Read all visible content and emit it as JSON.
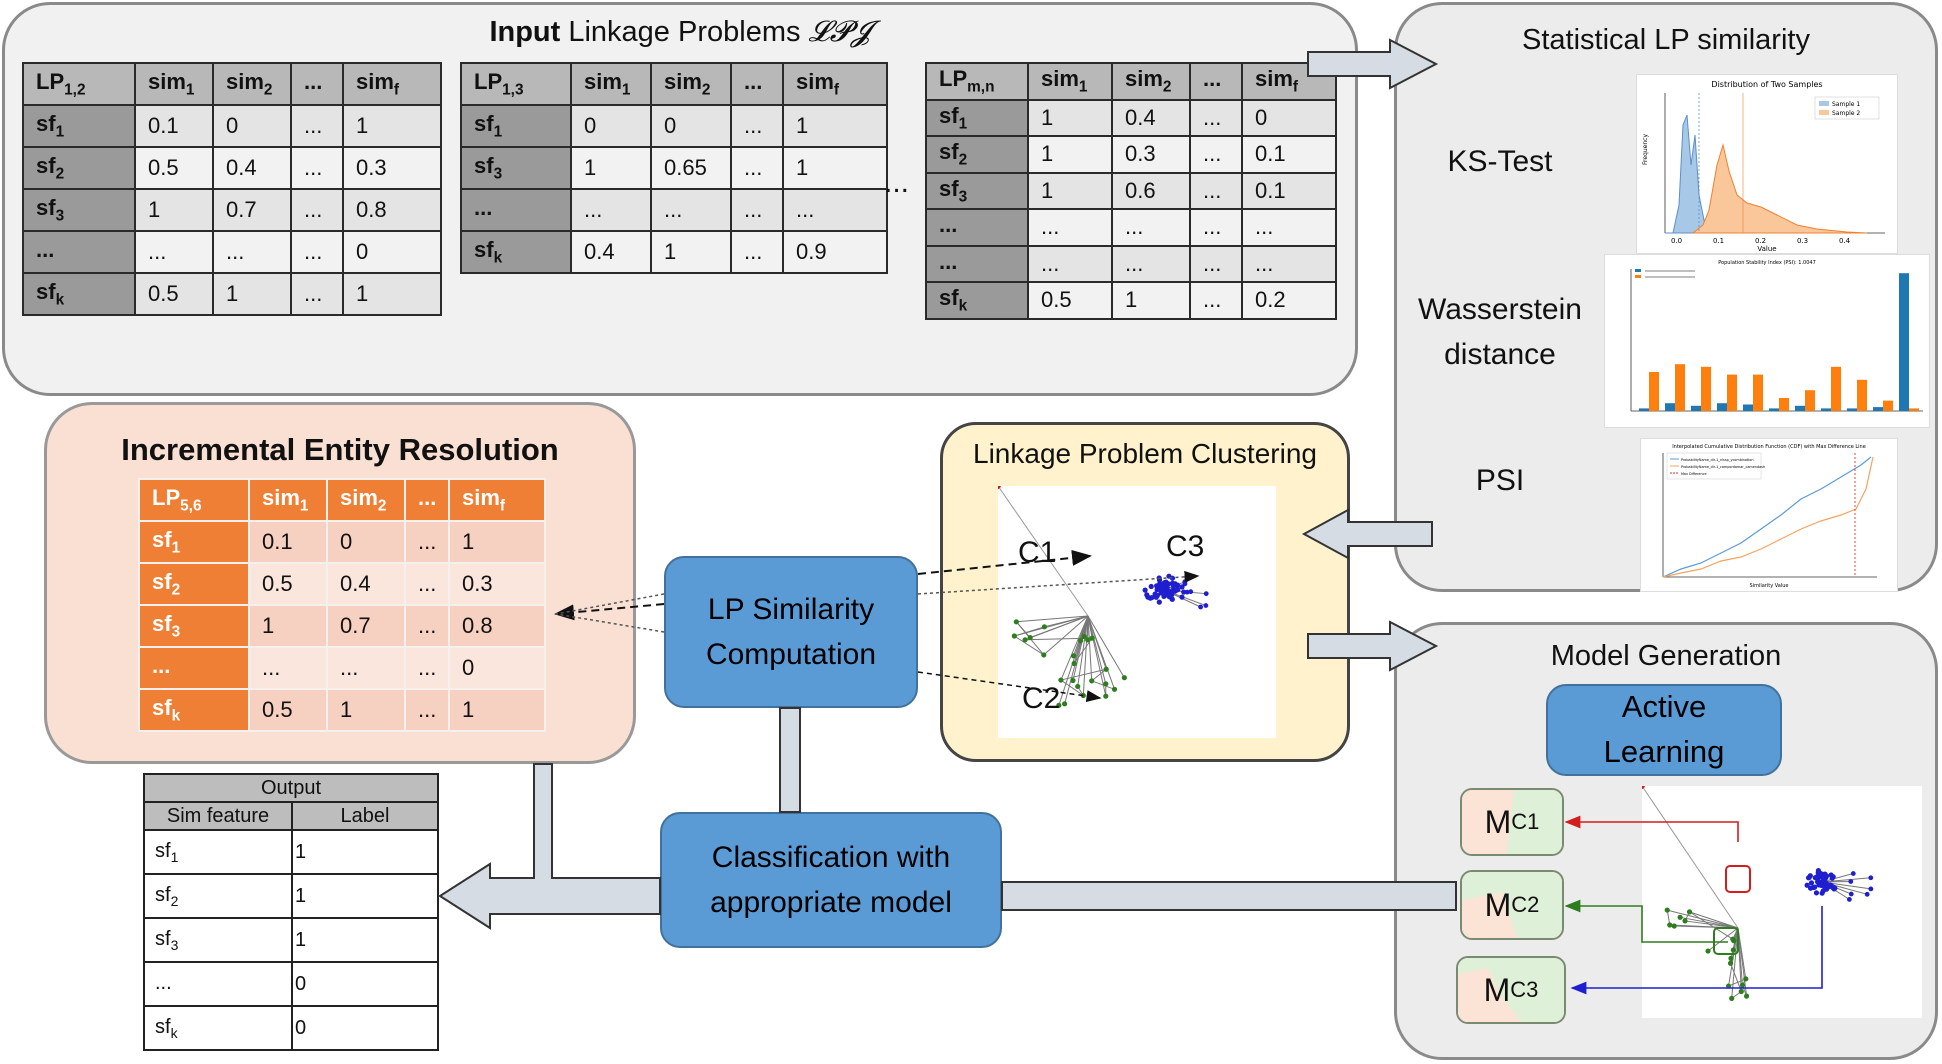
{
  "input_panel": {
    "title_bold": "Input",
    "title_rest": " Linkage Problems ",
    "title_symbol": "𝓛𝓟𝓙",
    "ellipsis": "..."
  },
  "tables": {
    "t12": {
      "head": [
        [
          "LP",
          "1,2"
        ],
        [
          "sim",
          "1"
        ],
        [
          "sim",
          "2"
        ],
        [
          "...",
          ""
        ],
        [
          "sim",
          "f"
        ]
      ],
      "rows": [
        {
          "k": [
            "sf",
            "1"
          ],
          "v": [
            "0.1",
            "0",
            "...",
            "1"
          ]
        },
        {
          "k": [
            "sf",
            "2"
          ],
          "v": [
            "0.5",
            "0.4",
            "...",
            "0.3"
          ]
        },
        {
          "k": [
            "sf",
            "3"
          ],
          "v": [
            "1",
            "0.7",
            "...",
            "0.8"
          ]
        },
        {
          "k": [
            "...",
            ""
          ],
          "v": [
            "...",
            "...",
            "...",
            "0"
          ]
        },
        {
          "k": [
            "sf",
            "k"
          ],
          "v": [
            "0.5",
            "1",
            "...",
            "1"
          ]
        }
      ]
    },
    "t13": {
      "head": [
        [
          "LP",
          "1,3"
        ],
        [
          "sim",
          "1"
        ],
        [
          "sim",
          "2"
        ],
        [
          "...",
          ""
        ],
        [
          "sim",
          "f"
        ]
      ],
      "rows": [
        {
          "k": [
            "sf",
            "1"
          ],
          "v": [
            "0",
            "0",
            "...",
            "1"
          ]
        },
        {
          "k": [
            "sf",
            "3"
          ],
          "v": [
            "1",
            "0.65",
            "...",
            "1"
          ]
        },
        {
          "k": [
            "...",
            ""
          ],
          "v": [
            "...",
            "...",
            "...",
            "..."
          ]
        },
        {
          "k": [
            "sf",
            "k"
          ],
          "v": [
            "0.4",
            "1",
            "...",
            "0.9"
          ]
        }
      ]
    },
    "tmn": {
      "head": [
        [
          "LP",
          "m,n"
        ],
        [
          "sim",
          "1"
        ],
        [
          "sim",
          "2"
        ],
        [
          "...",
          ""
        ],
        [
          "sim",
          "f"
        ]
      ],
      "rows": [
        {
          "k": [
            "sf",
            "1"
          ],
          "v": [
            "1",
            "0.4",
            "...",
            "0"
          ]
        },
        {
          "k": [
            "sf",
            "2"
          ],
          "v": [
            "1",
            "0.3",
            "...",
            "0.1"
          ]
        },
        {
          "k": [
            "sf",
            "3"
          ],
          "v": [
            "1",
            "0.6",
            "...",
            "0.1"
          ]
        },
        {
          "k": [
            "...",
            ""
          ],
          "v": [
            "...",
            "...",
            "...",
            "..."
          ]
        },
        {
          "k": [
            "...",
            ""
          ],
          "v": [
            "...",
            "...",
            "...",
            "..."
          ]
        },
        {
          "k": [
            "sf",
            "k"
          ],
          "v": [
            "0.5",
            "1",
            "...",
            "0.2"
          ]
        }
      ]
    },
    "t56": {
      "head": [
        [
          "LP",
          "5,6"
        ],
        [
          "sim",
          "1"
        ],
        [
          "sim",
          "2"
        ],
        [
          "...",
          ""
        ],
        [
          "sim",
          "f"
        ]
      ],
      "rows": [
        {
          "k": [
            "sf",
            "1"
          ],
          "v": [
            "0.1",
            "0",
            "...",
            "1"
          ]
        },
        {
          "k": [
            "sf",
            "2"
          ],
          "v": [
            "0.5",
            "0.4",
            "...",
            "0.3"
          ]
        },
        {
          "k": [
            "sf",
            "3"
          ],
          "v": [
            "1",
            "0.7",
            "...",
            "0.8"
          ]
        },
        {
          "k": [
            "...",
            ""
          ],
          "v": [
            "...",
            "...",
            "...",
            "0"
          ]
        },
        {
          "k": [
            "sf",
            "k"
          ],
          "v": [
            "0.5",
            "1",
            "...",
            "1"
          ]
        }
      ]
    }
  },
  "statistical": {
    "title": "Statistical LP similarity",
    "ks": "KS-Test",
    "wasserstein": "Wasserstein\ndistance",
    "psi": "PSI",
    "ks_plot_title": "Distribution of Two Samples",
    "ks_legend": [
      "Sample 1",
      "Sample 2"
    ],
    "ks_xticks": [
      "0.0",
      "0.1",
      "0.2",
      "0.3",
      "0.4"
    ],
    "ks_ylabel": "Frequency",
    "ks_xlabel": "Value",
    "ws_plot_title": "Population Stability Index (PSI): 1.0047",
    "psi_plot_title": "Interpolated Cumulative Distribution Function (CDF) with Max Difference Line",
    "psi_xlabel": "Similarity Value",
    "psi_legend": [
      "ProbabilityName_dir-1_nlssp_ycombination",
      "ProbabilityName_dir-1_campordamar_camendash",
      "Max Difference"
    ]
  },
  "incremental": {
    "title": "Incremental Entity Resolution"
  },
  "clustering": {
    "title": "Linkage Problem Clustering",
    "c1": "C1",
    "c2": "C2",
    "c3": "C3"
  },
  "lp_sim": {
    "label": "LP Similarity\nComputation"
  },
  "classification": {
    "label": "Classification with\nappropriate model"
  },
  "model_gen": {
    "title": "Model Generation",
    "active": "Active\nLearning",
    "models": [
      [
        "M",
        "C1"
      ],
      [
        "M",
        "C2"
      ],
      [
        "M",
        "C3"
      ]
    ]
  },
  "output": {
    "title": "Output",
    "col1": "Sim feature",
    "col2": "Label",
    "rows": [
      {
        "k": [
          "sf",
          "1"
        ],
        "v": "1"
      },
      {
        "k": [
          "sf",
          "2"
        ],
        "v": "1"
      },
      {
        "k": [
          "sf",
          "3"
        ],
        "v": "1"
      },
      {
        "k": [
          "...",
          ""
        ],
        "v": "0"
      },
      {
        "k": [
          "sf",
          "k"
        ],
        "v": "0"
      }
    ]
  },
  "colors": {
    "orange": "#ee7f34",
    "blue": "#5b9bd5",
    "green": "#2e7d1e",
    "red": "#d21e1e",
    "darkblue": "#1f1fd0"
  }
}
